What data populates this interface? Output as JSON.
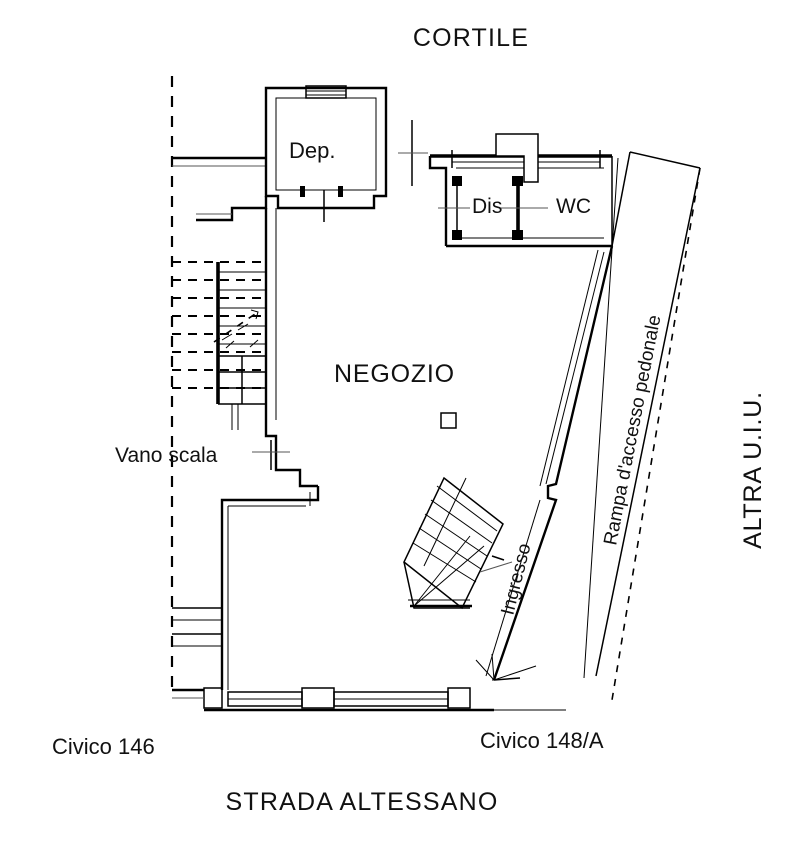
{
  "drawing": {
    "type": "architectural-floor-plan",
    "top_label": "CORTILE",
    "bottom_label": "STRADA ALTESSANO",
    "right_label": "ALTRA U.I.U.",
    "ramp_label": "Rampa d'accesso pedonale",
    "entrance_label": "Ingresso",
    "stairwell_label": "Vano scala",
    "civic_left": "Civico 146",
    "civic_right": "Civico 148/A"
  },
  "rooms": [
    {
      "key": "dep",
      "label": "Dep."
    },
    {
      "key": "dis",
      "label": "Dis"
    },
    {
      "key": "wc",
      "label": "WC"
    },
    {
      "key": "negozio",
      "label": "NEGOZIO"
    }
  ],
  "colors": {
    "ink": "#000000",
    "paper": "#ffffff",
    "hairline": "#555555"
  }
}
